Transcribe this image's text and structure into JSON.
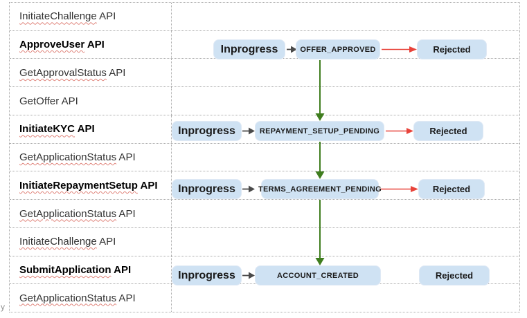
{
  "left_column": {
    "rows": [
      {
        "name": "InitiateChallenge",
        "suffix": " API",
        "bold": false,
        "misspelled": true
      },
      {
        "name": "ApproveUser",
        "suffix": " API",
        "bold": true,
        "misspelled": true
      },
      {
        "name": "GetApprovalStatus",
        "suffix": " API",
        "bold": false,
        "misspelled": true
      },
      {
        "name": "GetOffer",
        "suffix": " API",
        "bold": false,
        "misspelled": false
      },
      {
        "name": "InitiateKYC",
        "suffix": " API",
        "bold": true,
        "misspelled": true
      },
      {
        "name": "GetApplicationStatus",
        "suffix": " API",
        "bold": false,
        "misspelled": true
      },
      {
        "name": "InitiateRepaymentSetup",
        "suffix": " API",
        "bold": true,
        "misspelled": true
      },
      {
        "name": "GetApplicationStatus",
        "suffix": " API",
        "bold": false,
        "misspelled": true
      },
      {
        "name": "InitiateChallenge",
        "suffix": " API",
        "bold": false,
        "misspelled": true
      },
      {
        "name": "SubmitApplication",
        "suffix": " API",
        "bold": true,
        "misspelled": true
      },
      {
        "name": "GetApplicationStatus",
        "suffix": " API",
        "bold": false,
        "misspelled": true
      }
    ]
  },
  "flows": [
    {
      "start_label": "Inprogress",
      "state_label": "OFFER_APPROVED",
      "reject_label": "Rejected",
      "has_reject_arrow": true
    },
    {
      "start_label": "Inprogress",
      "state_label": "REPAYMENT_SETUP_PENDING",
      "reject_label": "Rejected",
      "has_reject_arrow": true
    },
    {
      "start_label": "Inprogress",
      "state_label": "TERMS_AGREEMENT_PENDING",
      "reject_label": "Rejected",
      "has_reject_arrow": true
    },
    {
      "start_label": "Inprogress",
      "state_label": "ACCOUNT_CREATED",
      "reject_label": "Rejected",
      "has_reject_arrow": false
    }
  ],
  "stray_text": "y",
  "colors": {
    "box_fill": "#cfe2f3",
    "box_border": "#dfe9f5",
    "green_arrow": "#3f7d1e",
    "red_arrow": "#e8433a",
    "gray_arrow": "#4a4a4a",
    "table_border": "#a9a9a9",
    "spellcheck": "#e0847b",
    "stray": "#909090"
  }
}
